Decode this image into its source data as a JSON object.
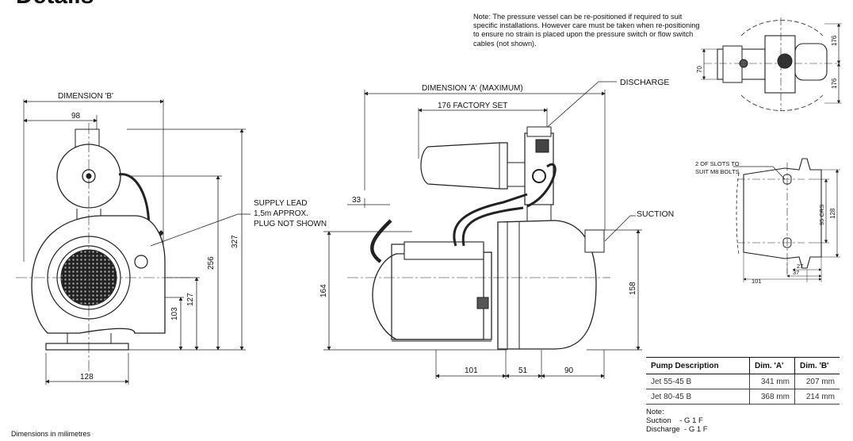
{
  "title_fragment": "Details",
  "note": "Note:  The pressure vessel can be re-positioned if required to suit specific installations.  However care must be taken when re-positioning to ensure no strain is placed upon the pressure switch or flow switch cables (not shown).",
  "left_view": {
    "dimension_b": "DIMENSION 'B'",
    "d98": "98",
    "d128": "128",
    "d327": "327",
    "d256": "256",
    "d127": "127",
    "d103": "103",
    "supply_lead": [
      "SUPPLY LEAD",
      "1,5m APPROX.",
      "PLUG NOT SHOWN"
    ]
  },
  "front_view": {
    "dimension_a": "DIMENSION 'A' (MAXIMUM)",
    "factory_set": "176 FACTORY SET",
    "discharge": "DISCHARGE",
    "suction": "SUCTION",
    "d33": "33",
    "d164": "164",
    "d158": "158",
    "d101": "101",
    "d51": "51",
    "d90": "90"
  },
  "top_view": {
    "d70": "70",
    "d176a": "176",
    "d176b": "176"
  },
  "base_view": {
    "slots": [
      "2 OF SLOTS TO",
      "SUIT M8 BOLTS"
    ],
    "d128": "128",
    "crs": "95 CRS",
    "d27": "27",
    "d37": "37",
    "d101": "101"
  },
  "table": {
    "headers": [
      "Pump Description",
      "Dim. 'A'",
      "Dim. 'B'"
    ],
    "rows": [
      [
        "Jet 55-45 B",
        "341 mm",
        "207 mm"
      ],
      [
        "Jet 80-45 B",
        "368 mm",
        "214 mm"
      ]
    ]
  },
  "table_note": {
    "label": "Note:",
    "lines": [
      "Suction    - G 1 F",
      "Discharge  - G 1 F"
    ]
  },
  "footer": "Dimensions in milimetres"
}
